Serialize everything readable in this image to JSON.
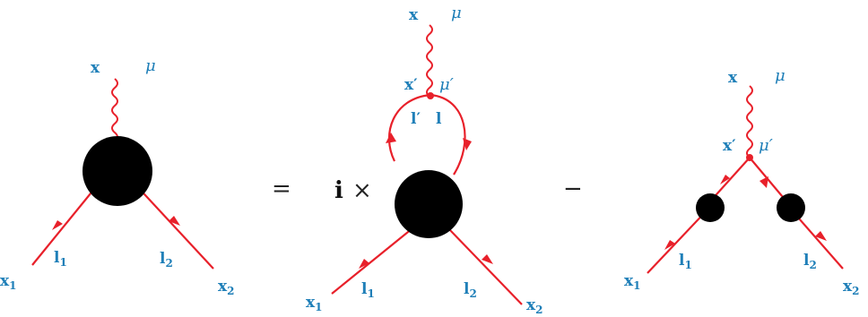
{
  "colors": {
    "line": "#e8202a",
    "label": "#1f7fb8",
    "blob": "#000000",
    "operator": "#222222"
  },
  "equation": {
    "equals": "=",
    "factor": "i",
    "times": "×",
    "minus": "−"
  },
  "lhs": {
    "vertex_label": "x",
    "index_label": "μ",
    "leg1": {
      "point": "x",
      "point_sub": "1",
      "momentum": "l",
      "momentum_sub": "1"
    },
    "leg2": {
      "point": "x",
      "point_sub": "2",
      "momentum": "l",
      "momentum_sub": "2"
    }
  },
  "middle": {
    "vertex_label": "x",
    "index_label": "μ",
    "inner_vertex_label": "x′",
    "inner_index_label": "μ′",
    "loop_left": "l′",
    "loop_right": "l",
    "leg1": {
      "point": "x",
      "point_sub": "1",
      "momentum": "l",
      "momentum_sub": "1"
    },
    "leg2": {
      "point": "x",
      "point_sub": "2",
      "momentum": "l",
      "momentum_sub": "2"
    }
  },
  "rhs": {
    "vertex_label": "x",
    "index_label": "μ",
    "inner_vertex_label": "x′",
    "inner_index_label": "μ′",
    "leg1": {
      "point": "x",
      "point_sub": "1",
      "momentum": "l",
      "momentum_sub": "1"
    },
    "leg2": {
      "point": "x",
      "point_sub": "2",
      "momentum": "l",
      "momentum_sub": "2"
    }
  }
}
